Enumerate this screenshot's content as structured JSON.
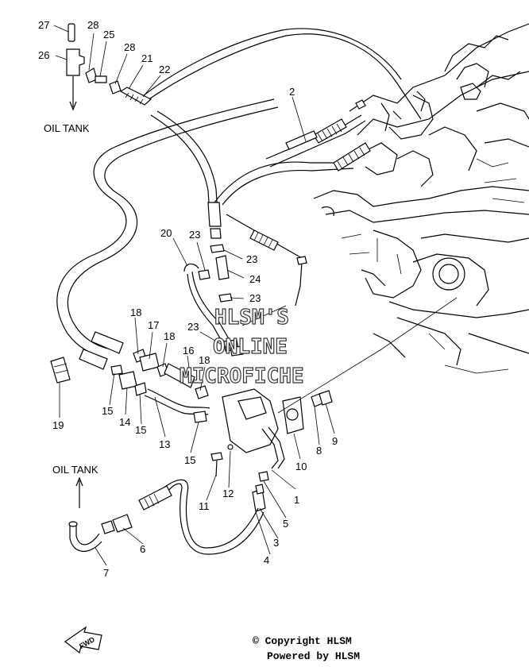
{
  "callouts": {
    "n1": "1",
    "n2": "2",
    "n3": "3",
    "n4": "4",
    "n5": "5",
    "n6": "6",
    "n7": "7",
    "n8": "8",
    "n9": "9",
    "n10": "10",
    "n11": "11",
    "n12": "12",
    "n13": "13",
    "n14": "14",
    "n15a": "15",
    "n15b": "15",
    "n15c": "15",
    "n16": "16",
    "n17": "17",
    "n18a": "18",
    "n18b": "18",
    "n18c": "18",
    "n19": "19",
    "n20": "20",
    "n21": "21",
    "n22": "22",
    "n23a": "23",
    "n23b": "23",
    "n23c": "23",
    "n23d": "23",
    "n24": "24",
    "n25": "25",
    "n26": "26",
    "n27": "27",
    "n28a": "28",
    "n28b": "28"
  },
  "labels": {
    "oil_tank_top": "OIL TANK",
    "oil_tank_bottom": "OIL TANK",
    "fwd": "FWD"
  },
  "watermark": {
    "line1": "HLSM'S",
    "line2": "ONLINE",
    "line3": "MICROFICHE"
  },
  "footer": {
    "copyright": "© Copyright HLSM",
    "powered": "Powered by HLSM"
  }
}
